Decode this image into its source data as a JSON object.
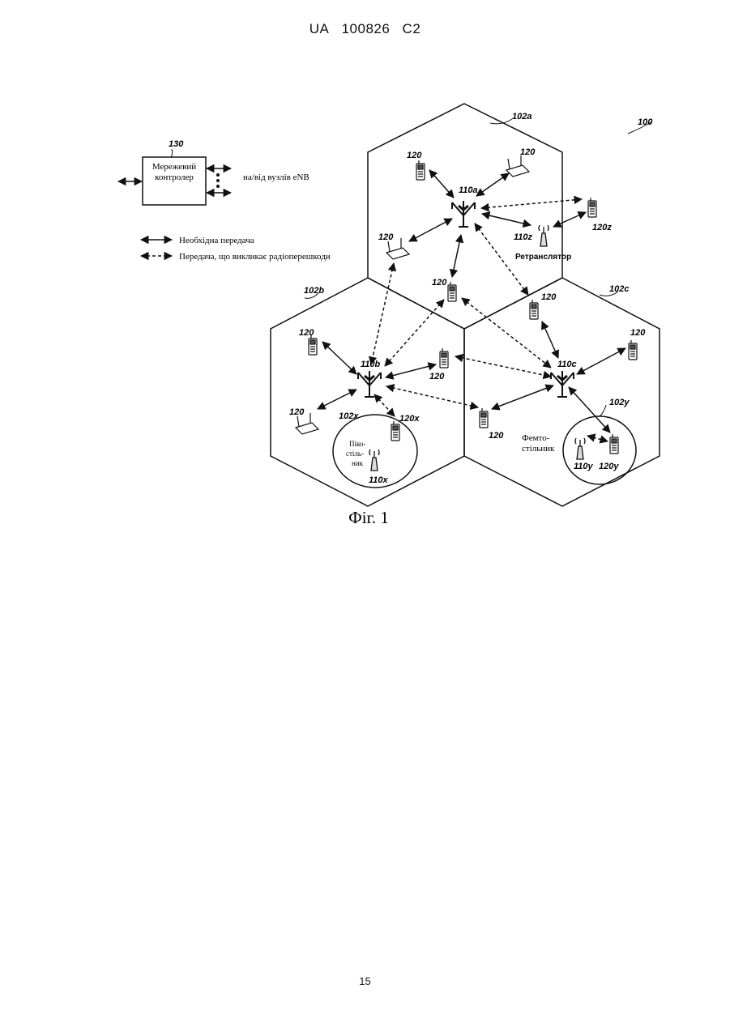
{
  "header": {
    "country": "UA",
    "number": "100826",
    "kind": "C2"
  },
  "page_number": "15",
  "figure": {
    "caption": "Фіг. 1",
    "system_ref": "100",
    "controller": {
      "ref": "130",
      "line1": "Мережевий",
      "line2": "контролер",
      "side_label": "на/від вузлів eNB"
    },
    "legend": {
      "required": "Необхідна передача",
      "interfering": "Передача, що викликає радіоперешкоди"
    },
    "cells": {
      "a": "102a",
      "b": "102b",
      "c": "102c"
    },
    "base_stations": {
      "a": "110a",
      "b": "110b",
      "c": "110c"
    },
    "relay": {
      "ref": "110z",
      "label": "Ретранслятор",
      "ue_ref": "120z"
    },
    "pico": {
      "cell_ref": "102x",
      "bs_ref": "110x",
      "ue_ref": "120x",
      "line1": "Піко-",
      "line2": "стіль-",
      "line3": "ник"
    },
    "femto": {
      "cell_ref": "102y",
      "bs_ref": "110y",
      "ue_ref": "120y",
      "line1": "Фемто-",
      "line2": "стільник"
    },
    "ue_label": "120"
  }
}
